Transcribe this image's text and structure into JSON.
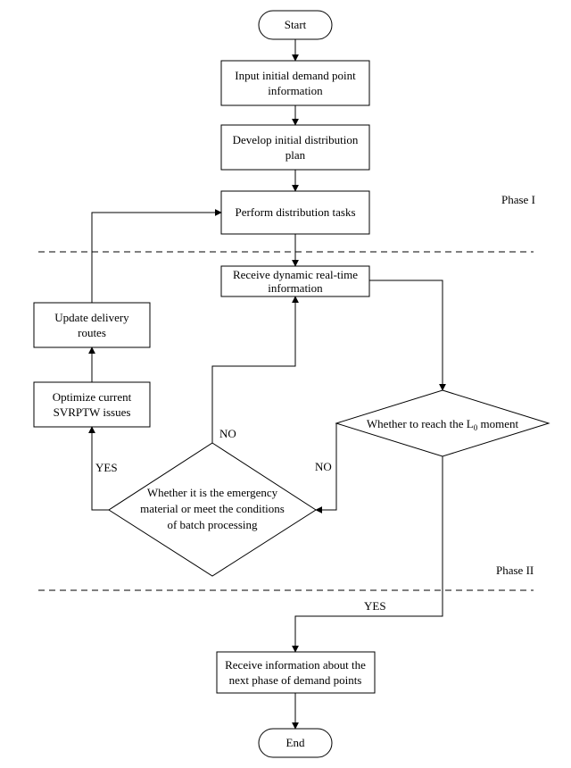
{
  "nodes": {
    "start": "Start",
    "input": [
      "Input initial demand point",
      "information"
    ],
    "develop": [
      "Develop initial distribution",
      "plan"
    ],
    "perform": "Perform distribution tasks",
    "receive_dynamic": [
      "Receive dynamic real-time",
      "information"
    ],
    "update": [
      "Update delivery",
      "routes"
    ],
    "optimize": [
      "Optimize current",
      "SVRPTW issues"
    ],
    "reach_moment": {
      "prefix": "Whether to reach the L",
      "subscript": "0",
      "suffix": " moment"
    },
    "emergency": [
      "Whether it is the emergency",
      "material or meet the conditions",
      "of batch processing"
    ],
    "receive_next": [
      "Receive information about the",
      "next phase of demand points"
    ],
    "end": "End"
  },
  "edge_labels": {
    "no_emergency": "NO",
    "no_reach": "NO",
    "yes_emergency": "YES",
    "yes_reach": "YES"
  },
  "phases": {
    "phase1": "Phase I",
    "phase2": "Phase II"
  }
}
